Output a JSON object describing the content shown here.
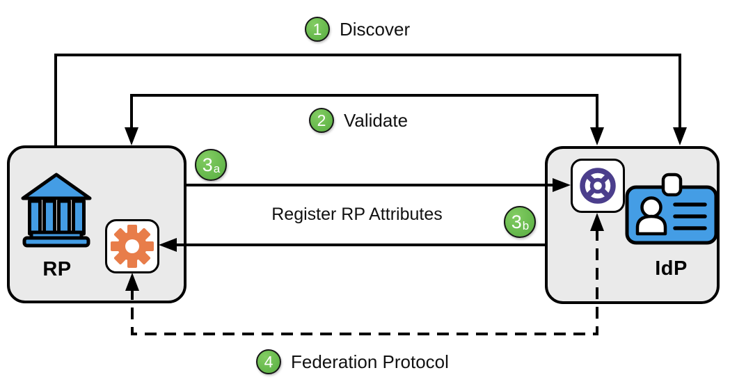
{
  "diagram": {
    "nodes": {
      "rp": {
        "label": "RP"
      },
      "idp": {
        "label": "IdP"
      }
    },
    "steps": [
      {
        "num": "1",
        "label": "Discover"
      },
      {
        "num": "2",
        "label": "Validate"
      },
      {
        "num": "3",
        "sub": "a"
      },
      {
        "num": "3",
        "sub": "b"
      },
      {
        "num": "4",
        "label": "Federation Protocol"
      }
    ],
    "exchange_label": "Register RP Attributes",
    "icons": {
      "rp_main": "bank-icon",
      "rp_agent": "gear-icon",
      "idp_agent": "federation-wheel-icon",
      "idp_main": "id-card-icon"
    },
    "colors": {
      "accent_green": "#63b64a",
      "accent_green_light": "#82cc62",
      "icon_blue": "#449de5",
      "icon_orange": "#e87d4a",
      "icon_purple": "#4b3e8c",
      "node_fill": "#eaeaea",
      "line_black": "#000000"
    }
  }
}
